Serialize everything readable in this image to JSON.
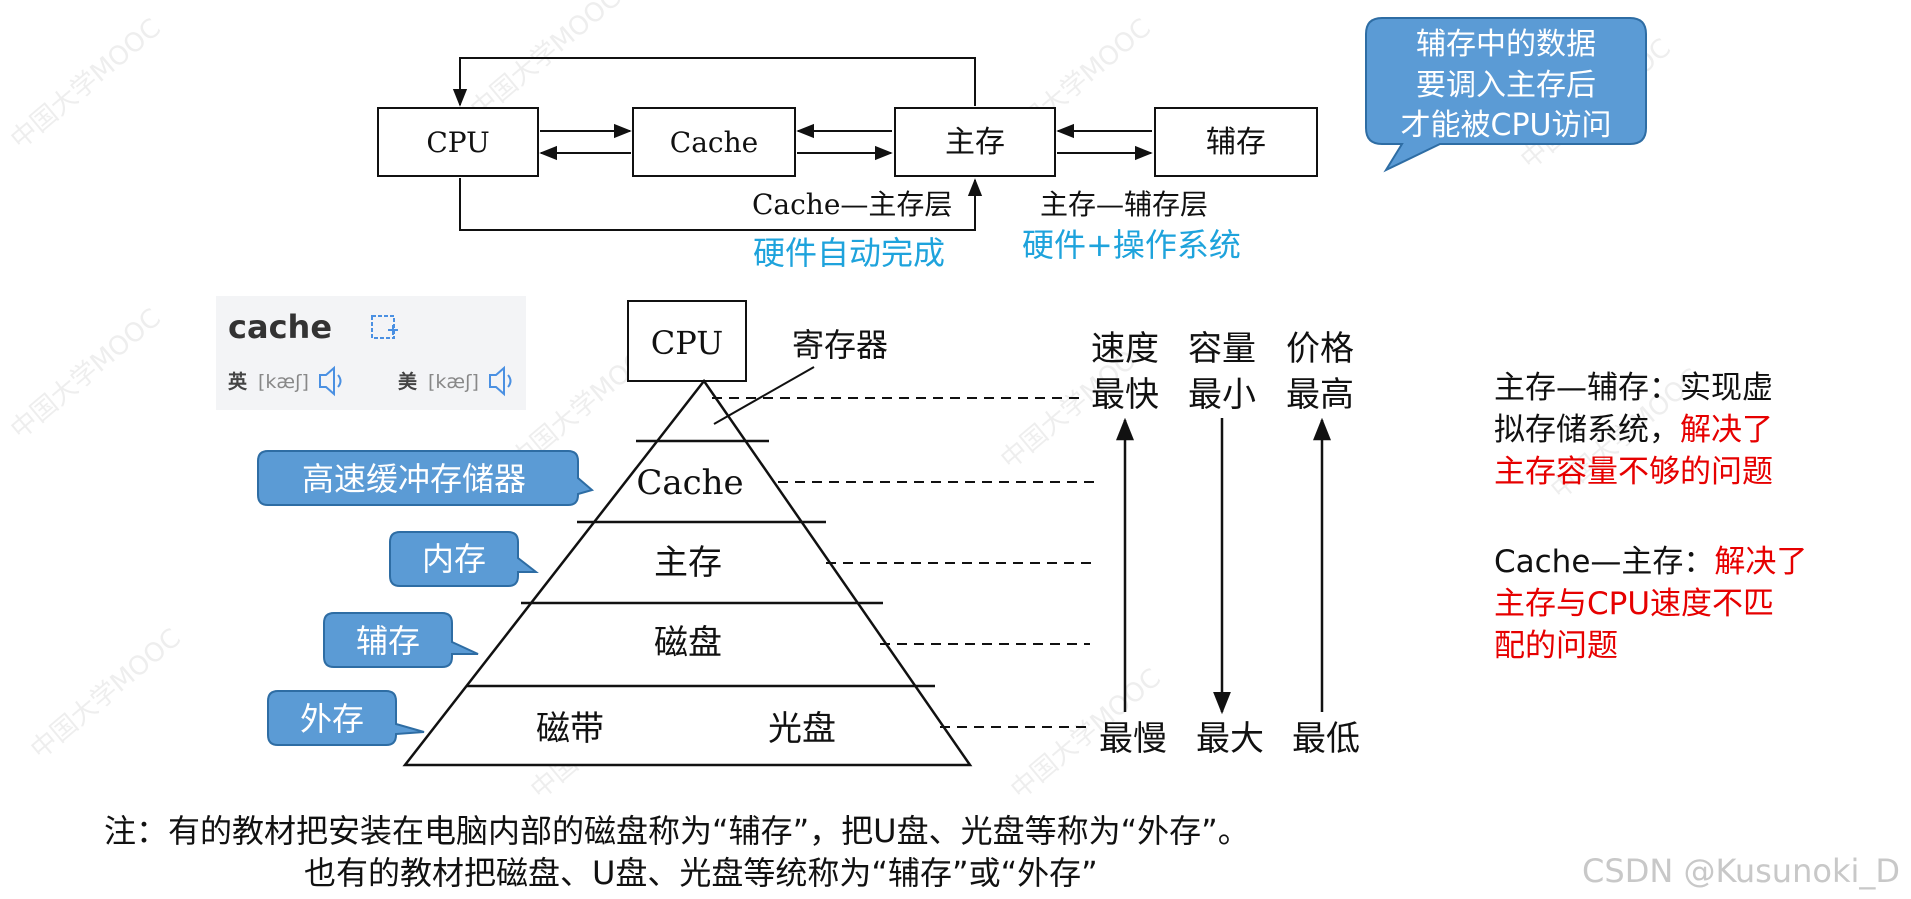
{
  "top_flow": {
    "nodes": {
      "cpu": "CPU",
      "cache": "Cache",
      "main": "主存",
      "aux": "辅存"
    },
    "label_cache_main": "Cache—主存层",
    "label_main_aux": "主存—辅存层",
    "note_cache_main": "硬件自动完成",
    "note_main_aux": "硬件+操作系统",
    "callout": [
      "辅存中的数据",
      "要调入主存后",
      "才能被CPU访问"
    ]
  },
  "dictionary": {
    "word": "cache",
    "uk_label": "英",
    "uk_ipa": "[kæʃ]",
    "us_label": "美",
    "us_ipa": "[kæʃ]"
  },
  "pyramid": {
    "cpu": "CPU",
    "register": "寄存器",
    "levels": {
      "cache": "Cache",
      "main": "主存",
      "disk": "磁盘",
      "tape": "磁带",
      "optical": "光盘"
    },
    "tags": {
      "cache": "高速缓冲存储器",
      "internal": "内存",
      "aux": "辅存",
      "external": "外存"
    },
    "metrics": {
      "speed": {
        "name": "速度",
        "top": "最快",
        "bottom": "最慢",
        "arrow": "up"
      },
      "capacity": {
        "name": "容量",
        "top": "最小",
        "bottom": "最大",
        "arrow": "down"
      },
      "price": {
        "name": "价格",
        "top": "最高",
        "bottom": "最低",
        "arrow": "up"
      }
    }
  },
  "notes": {
    "main_aux": {
      "prefix": "主存—辅存：实现虚",
      "line2_black": "拟存储系统，",
      "line2_red": "解决了",
      "line3_red": "主存容量不够的问题"
    },
    "cache_main": {
      "prefix": "Cache—主存：",
      "line1_red": "解决了",
      "line2_red": "主存与CPU速度不匹",
      "line3_red": "配的问题"
    }
  },
  "footnote": {
    "line1": "注：有的教材把安装在电脑内部的磁盘称为“辅存”，把U盘、光盘等称为“外存”。",
    "line2": "也有的教材把磁盘、U盘、光盘等统称为“辅存”或“外存”"
  },
  "watermark": {
    "credit": "CSDN @Kusunoki_D",
    "pattern": "中国大学MOOC"
  },
  "colors": {
    "callout_fill": "#5b9bd5",
    "callout_stroke": "#2e6da4",
    "accent_blue": "#1ea3dc",
    "accent_red": "#e60000",
    "line": "#111111"
  }
}
